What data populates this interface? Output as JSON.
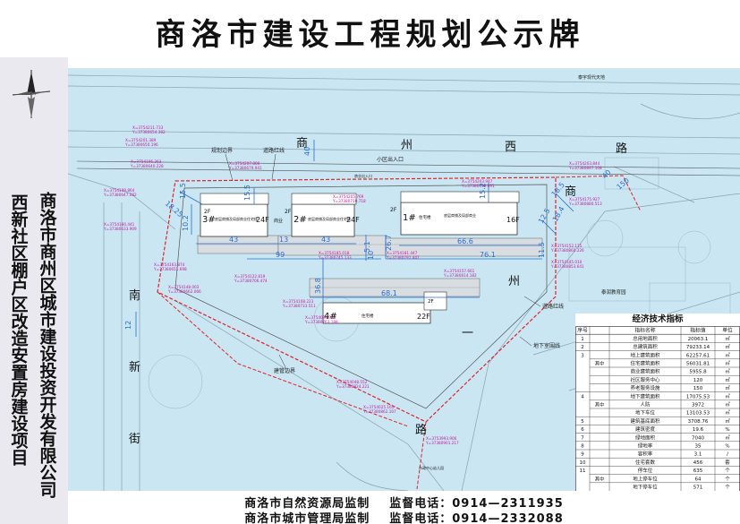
{
  "title": "商洛市建设工程规划公示牌",
  "vertical_text": {
    "right": "商洛市商州区城市建设投资开发有限公司",
    "left": "西新社区棚户区改造安置房建设项目"
  },
  "roads": {
    "north_a": "商",
    "north_b": "州",
    "north_c": "西",
    "north_d": "路",
    "east_a": "商",
    "east_b": "州",
    "east_c": "一",
    "west_a": "南",
    "west_b": "新",
    "west_c": "街",
    "south": "路"
  },
  "map_labels": {
    "boundary": "规划边界",
    "road_redline": "道路红线",
    "entrance_top": "小区出入口",
    "entrance_inner": "商业出入口",
    "road_redline_right": "道路红线",
    "basement_line": "地下室围线",
    "build_boundary": "建管边界",
    "east_place": "泰润教育园",
    "northeast_place": "泰宇现代天地",
    "bottom_place": "市政中心幼儿园"
  },
  "buildings": {
    "b3_no": "3#",
    "b3_f": "24F",
    "b3_a": "2F",
    "b3_desc": "底层商铺及局部商业住宅楼",
    "b2_no": "2#",
    "b2_f": "24F",
    "b2_a": "2F",
    "b2_desc": "底层商铺及局部商业住宅楼",
    "b2_mid": "商业",
    "b1_no": "1#",
    "b1_f": "16F",
    "b1_a": "2F",
    "b1_desc": "底层商铺及局部商业",
    "b1_mid": "住宅楼",
    "b4_no": "4#",
    "b4_f": "22F",
    "b4_desc": "住宅楼",
    "b4_a": "2F"
  },
  "dims": {
    "d43a": "43",
    "d13": "13",
    "d43b": "43",
    "d99": "99",
    "d667": "66.6",
    "d761": "76.1",
    "d681": "68.1",
    "d155a": "15.5",
    "d155b": "15.5",
    "d152": "15.2",
    "d102": "10.2",
    "d267": "26.7",
    "d368": "36.8",
    "d51": "5.1",
    "d10": "10",
    "d115": "11.5",
    "d12": "12",
    "d40a": "40",
    "d40b": "40",
    "d1825": "18.25",
    "d184": "18.4",
    "d125": "12.5",
    "d150": "150",
    "d185": "18.5"
  },
  "econ": {
    "title": "经济技术指标",
    "headers": [
      "序号",
      "指标名称",
      "指标值",
      "单位"
    ],
    "rows": [
      {
        "no": "1",
        "sub": "",
        "name": "总用地面积",
        "value": "20063.1",
        "unit": "㎡"
      },
      {
        "no": "2",
        "sub": "",
        "name": "总建筑面积",
        "value": "79233.14",
        "unit": "㎡"
      },
      {
        "no": "3",
        "sub": "",
        "name": "地上建筑面积",
        "value": "62257.61",
        "unit": "㎡"
      },
      {
        "no": "",
        "sub": "其中",
        "name": "住宅建筑面积",
        "value": "56031.81",
        "unit": "㎡"
      },
      {
        "no": "",
        "sub": "",
        "name": "商业建筑面积",
        "value": "5955.8",
        "unit": "㎡"
      },
      {
        "no": "",
        "sub": "",
        "name": "社区服务中心",
        "value": "120",
        "unit": "㎡"
      },
      {
        "no": "",
        "sub": "",
        "name": "养老服务设施",
        "value": "150",
        "unit": "㎡"
      },
      {
        "no": "4",
        "sub": "",
        "name": "地下建筑面积",
        "value": "17075.53",
        "unit": "㎡"
      },
      {
        "no": "",
        "sub": "其中",
        "name": "人防",
        "value": "3972",
        "unit": "㎡"
      },
      {
        "no": "",
        "sub": "",
        "name": "地下车位",
        "value": "13103.53",
        "unit": "㎡"
      },
      {
        "no": "5",
        "sub": "",
        "name": "建筑基底面积",
        "value": "3708.76",
        "unit": "㎡"
      },
      {
        "no": "6",
        "sub": "",
        "name": "建筑密度",
        "value": "19.6",
        "unit": "%"
      },
      {
        "no": "7",
        "sub": "",
        "name": "绿地面积",
        "value": "7040",
        "unit": "㎡"
      },
      {
        "no": "8",
        "sub": "",
        "name": "绿地率",
        "value": "35",
        "unit": "%"
      },
      {
        "no": "9",
        "sub": "",
        "name": "容积率",
        "value": "3.1",
        "unit": "/"
      },
      {
        "no": "10",
        "sub": "",
        "name": "住宅套数",
        "value": "456",
        "unit": "套"
      },
      {
        "no": "11",
        "sub": "",
        "name": "停车位",
        "value": "635",
        "unit": "个"
      },
      {
        "no": "",
        "sub": "其中",
        "name": "地上停车位",
        "value": "64",
        "unit": "个"
      },
      {
        "no": "",
        "sub": "",
        "name": "地下停车位",
        "value": "571",
        "unit": "个"
      }
    ]
  },
  "footer": {
    "line1_org": "商洛市自然资源局监制",
    "line1_phone_label": "监督电话：",
    "line1_phone": "0914—2311935",
    "line2_org": "商洛市城市管理局监制",
    "line2_phone_label": "监督电话：",
    "line2_phone": "0914—2332088"
  },
  "colors": {
    "water": "#c9e6f2",
    "redline": "#e0232b",
    "coord": "#c4199f",
    "dim": "#2a6fd1",
    "gray": "#888888",
    "building": "#ffffff"
  }
}
